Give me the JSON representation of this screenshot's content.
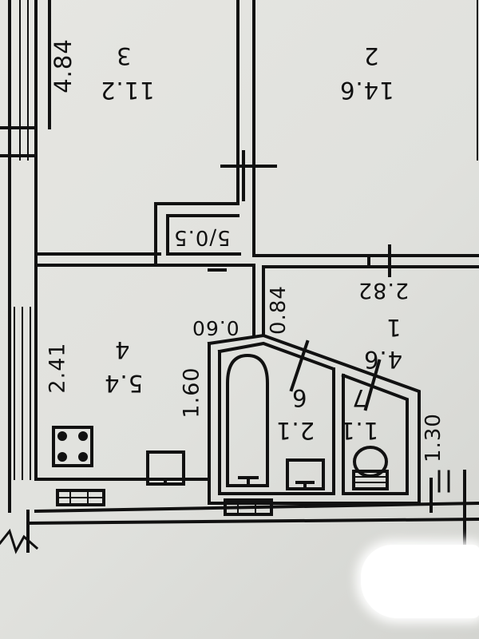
{
  "rooms": [
    {
      "number": "3",
      "area": "11.2",
      "side_dim": "4.84"
    },
    {
      "number": "2",
      "area": "14.6"
    },
    {
      "number": "1",
      "area": "4.6",
      "dim": "2.82"
    },
    {
      "number": "4",
      "area": "5.4",
      "side_dim": "2.41",
      "dim": "1.60"
    },
    {
      "number": "6",
      "area": "2.1"
    },
    {
      "number": "7",
      "area": "1.1",
      "dim": "1.30"
    },
    {
      "number": "5",
      "area": "0.5"
    }
  ],
  "dims": {
    "wall_small": "0.60",
    "corridor": "0.84"
  },
  "colors": {
    "ink": "#111111",
    "paper": "#e3e4e0"
  }
}
